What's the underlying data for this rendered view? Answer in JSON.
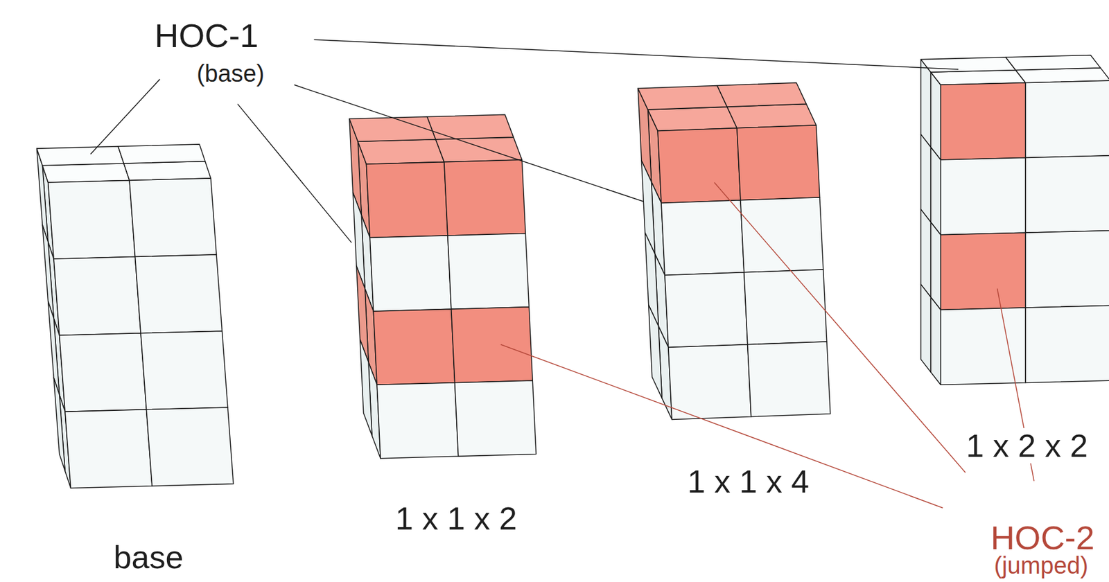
{
  "diagram": {
    "labels": [
      "HOC-1",
      "(base)",
      "base",
      "1 x 1 x 2",
      "1 x 1 x 4",
      "1 x 2 x 2",
      "HOC-2",
      "(jumped)"
    ]
  }
}
